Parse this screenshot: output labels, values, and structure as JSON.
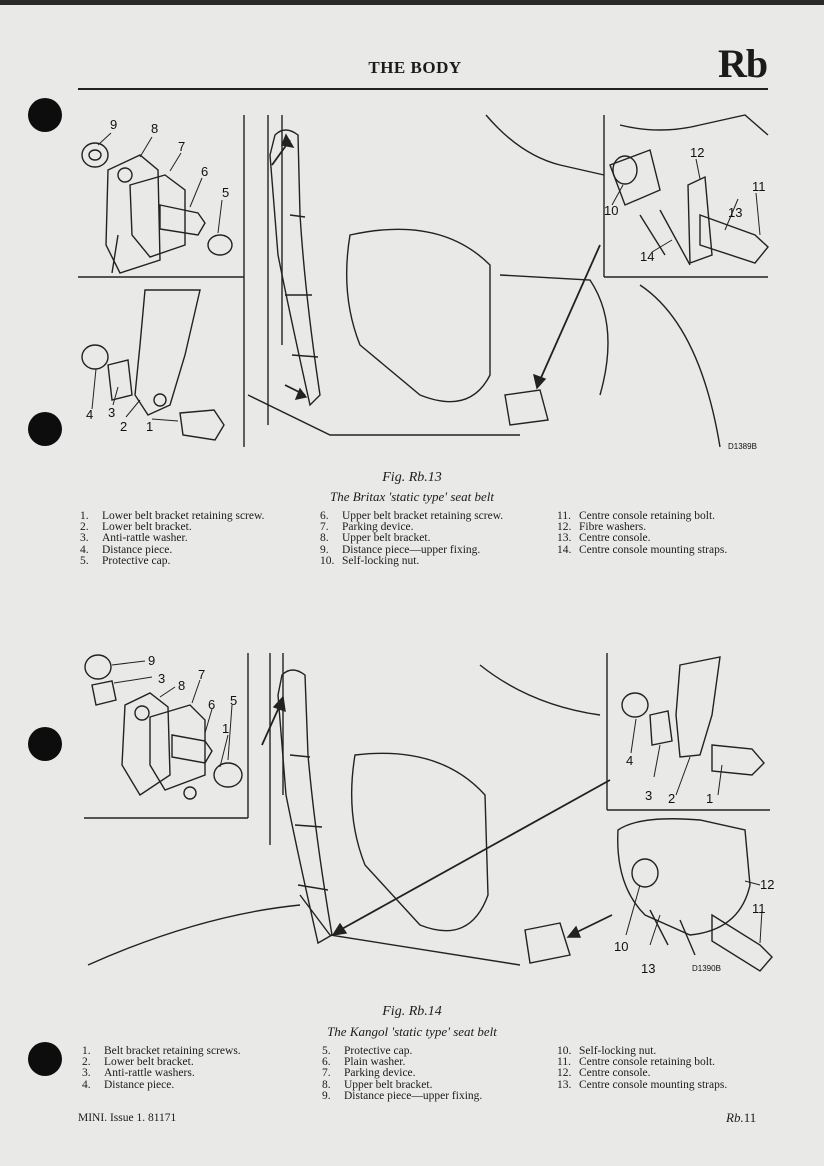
{
  "header": {
    "title": "THE BODY",
    "section_code": "Rb"
  },
  "figures": [
    {
      "caption": "Fig. Rb.13",
      "subtitle": "The Britax 'static type' seat belt",
      "drawing_ref": "D1389B",
      "callouts": [
        "9",
        "8",
        "7",
        "6",
        "5",
        "4",
        "3",
        "2",
        "1",
        "12",
        "10",
        "13",
        "14",
        "11"
      ],
      "legend": [
        [
          {
            "num": "1.",
            "text": "Lower belt bracket retaining screw."
          },
          {
            "num": "2.",
            "text": "Lower belt bracket."
          },
          {
            "num": "3.",
            "text": "Anti-rattle washer."
          },
          {
            "num": "4.",
            "text": "Distance piece."
          },
          {
            "num": "5.",
            "text": "Protective cap."
          }
        ],
        [
          {
            "num": "6.",
            "text": "Upper belt bracket retaining screw."
          },
          {
            "num": "7.",
            "text": "Parking device."
          },
          {
            "num": "8.",
            "text": "Upper belt bracket."
          },
          {
            "num": "9.",
            "text": "Distance piece—upper fixing."
          },
          {
            "num": "10.",
            "text": "Self-locking nut."
          }
        ],
        [
          {
            "num": "11.",
            "text": "Centre console retaining bolt."
          },
          {
            "num": "12.",
            "text": "Fibre washers."
          },
          {
            "num": "13.",
            "text": "Centre console."
          },
          {
            "num": "14.",
            "text": "Centre console mounting straps."
          }
        ]
      ]
    },
    {
      "caption": "Fig. Rb.14",
      "subtitle": "The Kangol 'static type' seat belt",
      "drawing_ref": "D1390B",
      "callouts": [
        "9",
        "3",
        "8",
        "7",
        "6",
        "5",
        "1",
        "4",
        "3",
        "2",
        "1",
        "12",
        "11",
        "10",
        "13"
      ],
      "legend": [
        [
          {
            "num": "1.",
            "text": "Belt bracket retaining screws."
          },
          {
            "num": "2.",
            "text": "Lower belt bracket."
          },
          {
            "num": "3.",
            "text": "Anti-rattle washers."
          },
          {
            "num": "4.",
            "text": "Distance piece."
          }
        ],
        [
          {
            "num": "5.",
            "text": "Protective cap."
          },
          {
            "num": "6.",
            "text": "Plain washer."
          },
          {
            "num": "7.",
            "text": "Parking device."
          },
          {
            "num": "8.",
            "text": "Upper belt bracket."
          },
          {
            "num": "9.",
            "text": "Distance piece—upper fixing."
          }
        ],
        [
          {
            "num": "10.",
            "text": "Self-locking nut."
          },
          {
            "num": "11.",
            "text": "Centre console retaining bolt."
          },
          {
            "num": "12.",
            "text": "Centre console."
          },
          {
            "num": "13.",
            "text": "Centre console mounting straps."
          }
        ]
      ]
    }
  ],
  "footer": {
    "left": "MINI.  Issue 1.  81171",
    "right_code": "Rb.",
    "right_page": "11"
  }
}
